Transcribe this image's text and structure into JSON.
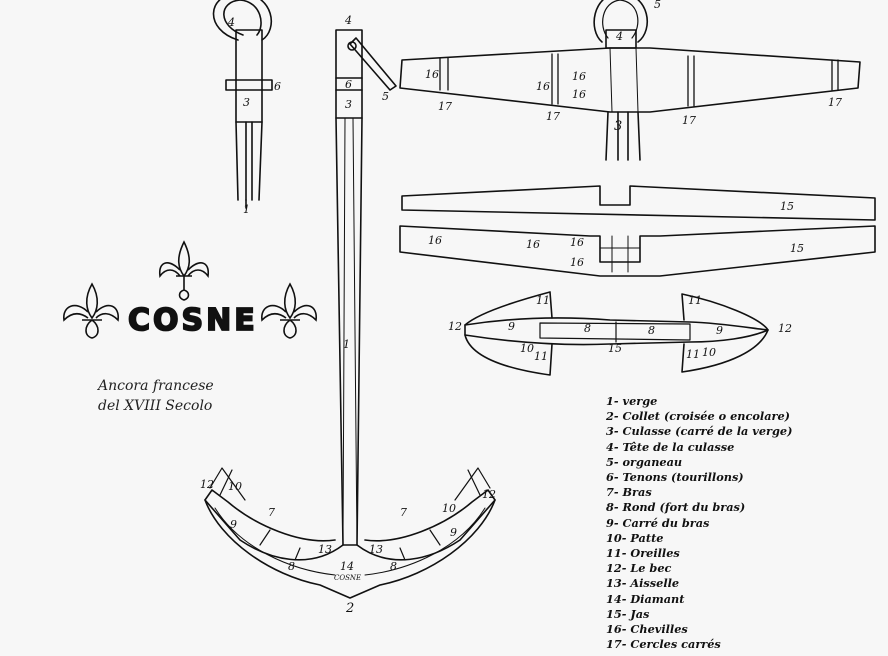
{
  "title": {
    "line1": "Ancora francese",
    "line2": "del XVIII Secolo"
  },
  "stamp": {
    "text": "COSNE"
  },
  "legend": [
    {
      "num": "1",
      "text": "verge"
    },
    {
      "num": "2",
      "text": "Collet (croisée o encolare)"
    },
    {
      "num": "3",
      "text": "Culasse (carré de la verge)"
    },
    {
      "num": "4",
      "text": "Tête de la culasse"
    },
    {
      "num": "5",
      "text": "organeau"
    },
    {
      "num": "6",
      "text": "Tenons (tourillons)"
    },
    {
      "num": "7",
      "text": "Bras"
    },
    {
      "num": "8",
      "text": "Rond (fort du bras)"
    },
    {
      "num": "9",
      "text": "Carré du bras"
    },
    {
      "num": "10",
      "text": "Patte"
    },
    {
      "num": "11",
      "text": "Oreilles"
    },
    {
      "num": "12",
      "text": "Le bec"
    },
    {
      "num": "13",
      "text": "Aisselle"
    },
    {
      "num": "14",
      "text": "Diamant"
    },
    {
      "num": "15",
      "text": "Jas"
    },
    {
      "num": "16",
      "text": "Chevilles"
    },
    {
      "num": "17",
      "text": "Cercles carrés"
    }
  ],
  "callouts": {
    "n1": "1",
    "n2": "2",
    "n3": "3",
    "n4": "4",
    "n5": "5",
    "n6": "6",
    "n7": "7",
    "n8": "8",
    "n9": "9",
    "n10": "10",
    "n11": "11",
    "n12": "12",
    "n13": "13",
    "n14": "14",
    "n15": "15",
    "n16": "16",
    "n17": "17",
    "diamond_stamp": "COSNE"
  }
}
